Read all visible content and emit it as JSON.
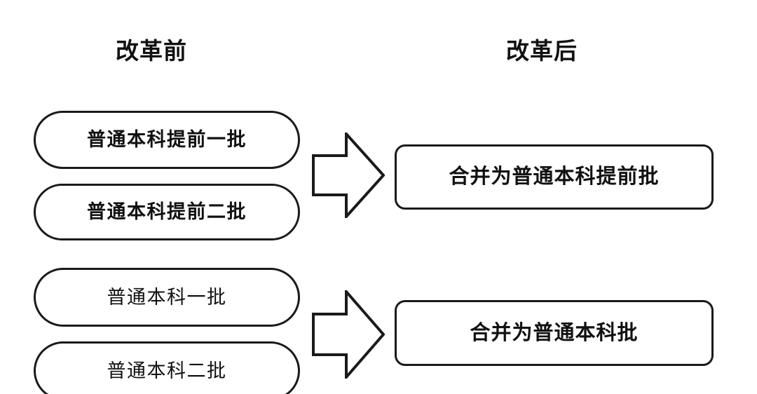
{
  "diagram": {
    "title_before": "改革前",
    "title_after": "改革后",
    "accent_color": "#1a1a1a",
    "text_color": "#111111",
    "background_color": "#ffffff",
    "before_items": [
      {
        "label": "普通本科提前一批",
        "weight": "semi",
        "group": 0
      },
      {
        "label": "普通本科提前二批",
        "weight": "semi",
        "group": 0
      },
      {
        "label": "普通本科一批",
        "weight": "reg",
        "group": 1
      },
      {
        "label": "普通本科二批",
        "weight": "reg",
        "group": 1
      }
    ],
    "after_items": [
      {
        "label": "合并为普通本科提前批",
        "group": 0
      },
      {
        "label": "合并为普通本科批",
        "group": 1
      }
    ],
    "arrows": [
      {
        "direction": "right",
        "group": 0
      },
      {
        "direction": "right",
        "group": 1
      }
    ]
  }
}
